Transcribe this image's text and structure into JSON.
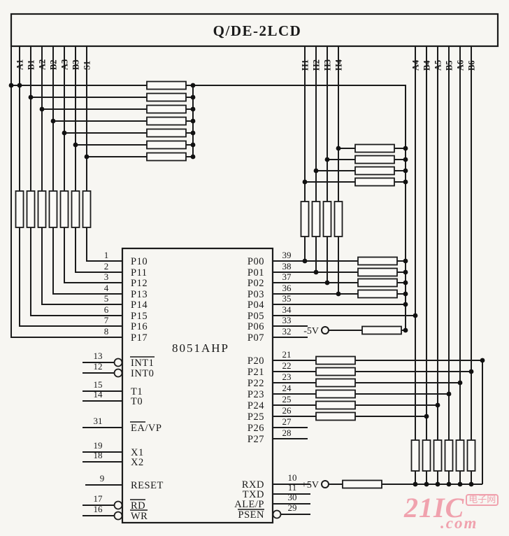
{
  "title": "Q/DE-2LCD",
  "lcd": {
    "left_pins": [
      "A1",
      "B1",
      "A2",
      "B2",
      "A3",
      "B3",
      "S1"
    ],
    "mid_pins": [
      "H1",
      "H2",
      "H3",
      "H4"
    ],
    "right_pins": [
      "A4",
      "B4",
      "A5",
      "B5",
      "A6",
      "B6"
    ]
  },
  "ic": {
    "name": "8051AHP",
    "port1": [
      "P10",
      "P11",
      "P12",
      "P13",
      "P14",
      "P15",
      "P16",
      "P17"
    ],
    "port1_numbers": [
      "1",
      "2",
      "3",
      "4",
      "5",
      "6",
      "7",
      "8"
    ],
    "port0": [
      "P00",
      "P01",
      "P02",
      "P03",
      "P04",
      "P05",
      "P06",
      "P07"
    ],
    "port0_numbers": [
      "39",
      "38",
      "37",
      "36",
      "35",
      "34",
      "33",
      "32"
    ],
    "port2": [
      "P20",
      "P21",
      "P22",
      "P23",
      "P24",
      "P25",
      "P26",
      "P27"
    ],
    "port2_numbers": [
      "21",
      "22",
      "23",
      "24",
      "25",
      "26",
      "27",
      "28"
    ],
    "ctrl": [
      {
        "label": "INT1",
        "number": "13"
      },
      {
        "label": "INT0",
        "number": "12"
      },
      {
        "label": "T1",
        "number": "15"
      },
      {
        "label": "T0",
        "number": "14"
      },
      {
        "label": "EA/VP",
        "number": "31"
      },
      {
        "label": "X1",
        "number": "19"
      },
      {
        "label": "X2",
        "number": "18"
      },
      {
        "label": "RESET",
        "number": "9"
      },
      {
        "label": "RD",
        "number": "17"
      },
      {
        "label": "WR",
        "number": "16"
      }
    ],
    "serial": [
      {
        "label": "RXD",
        "number": "10"
      },
      {
        "label": "TXD",
        "number": "11"
      },
      {
        "label": "ALE/P",
        "number": "30"
      },
      {
        "label": "PSEN",
        "number": "29"
      }
    ]
  },
  "supplies": {
    "negative": "-5V",
    "positive": "+5V"
  },
  "watermark": {
    "brand": "21IC",
    "tld": ".com",
    "cn": "电子网"
  },
  "colors": {
    "ink": "#1b1b1b",
    "background": "#f7f6f2",
    "watermark_pink": "#f0a2ae"
  }
}
